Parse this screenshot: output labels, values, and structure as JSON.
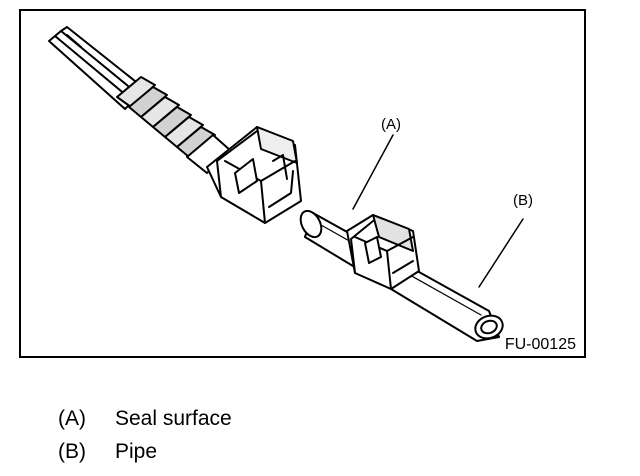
{
  "figure": {
    "code": "FU-00125",
    "callouts": [
      {
        "key": "(A)"
      },
      {
        "key": "(B)"
      }
    ]
  },
  "legend": [
    {
      "key": "(A)",
      "text": "Seal surface"
    },
    {
      "key": "(B)",
      "text": "Pipe"
    }
  ]
}
